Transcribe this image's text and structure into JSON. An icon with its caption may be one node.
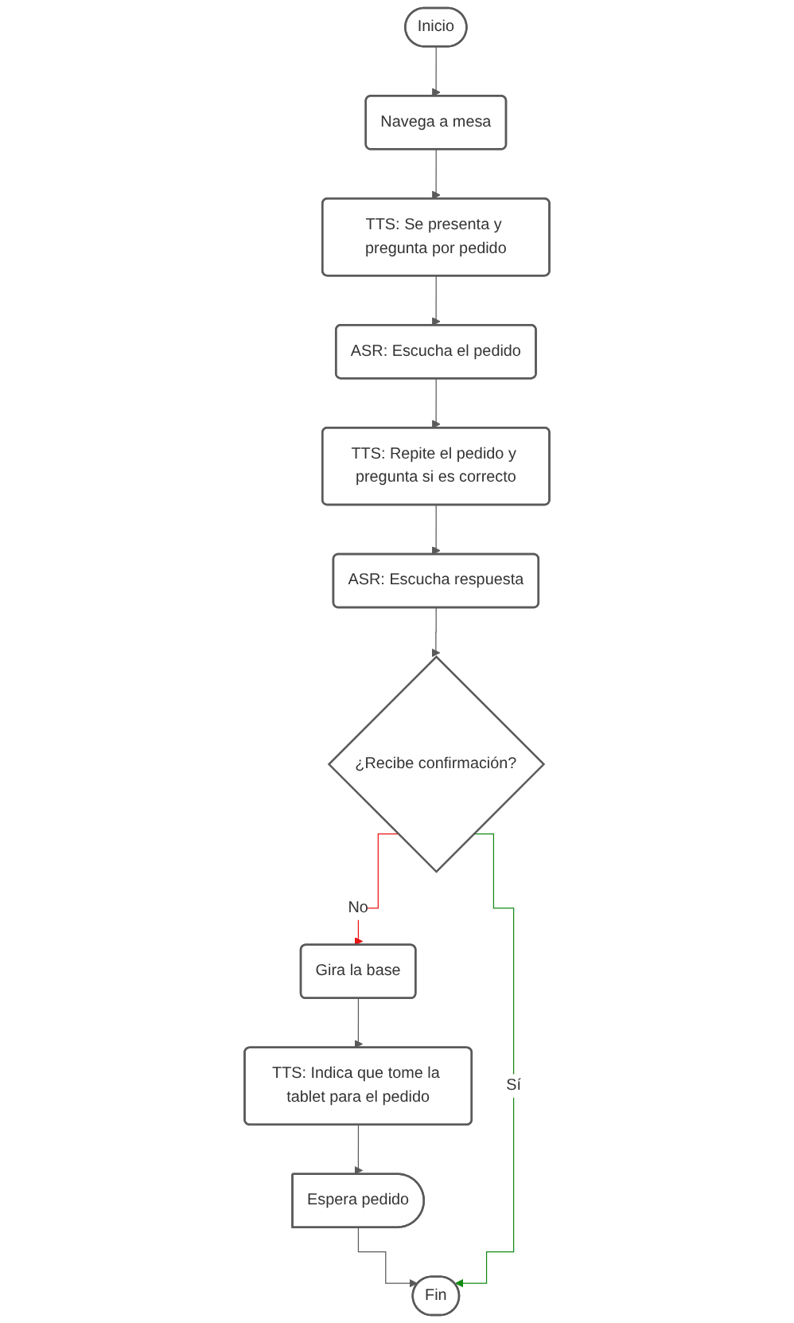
{
  "diagram": {
    "nodes": [
      {
        "text": [
          "Inicio"
        ]
      },
      {
        "text": [
          "Navega a mesa"
        ]
      },
      {
        "text": [
          "TTS: Se presenta y pregunta por pedido"
        ]
      },
      {
        "text": [
          "ASR: Escucha el pedido"
        ]
      },
      {
        "text": [
          "TTS: Repite el pedido y pregunta si es correcto"
        ]
      },
      {
        "text": [
          "ASR: Escucha respuesta"
        ]
      },
      {
        "text": [
          "¿Recibe confirmación?"
        ]
      },
      {
        "text": [
          "Gira la base"
        ]
      },
      {
        "text": [
          "TTS: Indica que tome la tablet para el pedido"
        ]
      },
      {
        "text": [
          "Espera pedido"
        ]
      },
      {
        "text": [
          "Fin"
        ]
      }
    ],
    "edges": [
      {
        "from": 0,
        "to": 1,
        "arrow": "to"
      },
      {
        "from": 1,
        "to": 2,
        "arrow": "to"
      },
      {
        "from": 2,
        "to": 3,
        "arrow": "to"
      },
      {
        "from": 3,
        "to": 4,
        "arrow": "to"
      },
      {
        "from": 4,
        "to": 5,
        "arrow": "to"
      },
      {
        "from": 5,
        "to": 6,
        "arrow": "to"
      },
      {
        "from": 6,
        "to": 7,
        "arrow": "to",
        "label": "No",
        "color": "#e81515"
      },
      {
        "from": 7,
        "to": 8,
        "arrow": "to"
      },
      {
        "from": 8,
        "to": 9,
        "arrow": "to"
      },
      {
        "from": 9,
        "to": 10,
        "arrow": "to"
      },
      {
        "from": 6,
        "to": 10,
        "arrow": "to",
        "label": "Sí",
        "color": "#138a13"
      }
    ]
  }
}
